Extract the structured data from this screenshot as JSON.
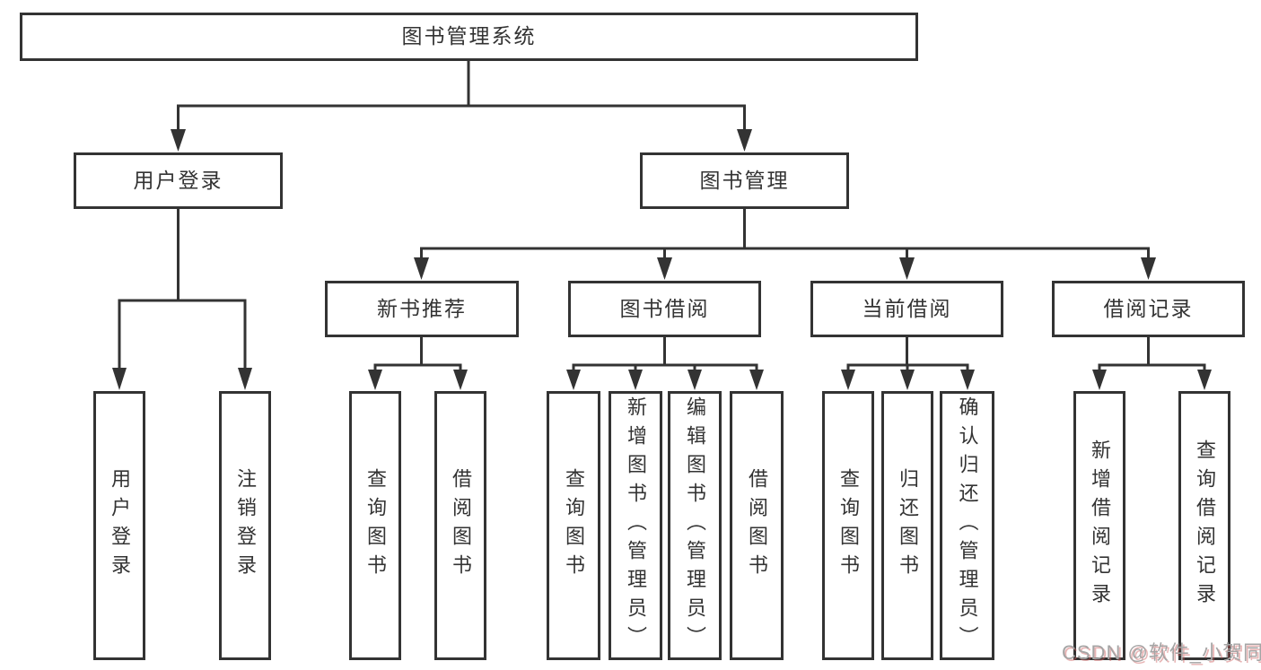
{
  "colors": {
    "background": "#ffffff",
    "line": "#333333",
    "box_border": "#333333",
    "box_fill": "#ffffff",
    "text": "#333333",
    "watermark_gray": "#a5a5a5",
    "watermark_red_shadow": "#cd5c5c"
  },
  "diagram": {
    "root": {
      "label": "图书管理系统"
    },
    "level1": {
      "user_login": {
        "label": "用户登录"
      },
      "book_management": {
        "label": "图书管理"
      }
    },
    "level2": {
      "new_book_recommend": {
        "label": "新书推荐"
      },
      "book_borrow": {
        "label": "图书借阅"
      },
      "current_borrow": {
        "label": "当前借阅"
      },
      "borrow_records": {
        "label": "借阅记录"
      }
    },
    "leaves": {
      "user_login": [
        "用户登录",
        "注销登录"
      ],
      "new_book_recommend": [
        "查询图书",
        "借阅图书"
      ],
      "book_borrow": [
        "查询图书",
        "新增图书（管理员）",
        "编辑图书（管理员）",
        "借阅图书"
      ],
      "current_borrow": [
        "查询图书",
        "归还图书",
        "确认归还（管理员）"
      ],
      "borrow_records": [
        "新增借阅记录",
        "查询借阅记录"
      ]
    }
  },
  "watermark": {
    "text": "CSDN @软件_小贺同学"
  }
}
